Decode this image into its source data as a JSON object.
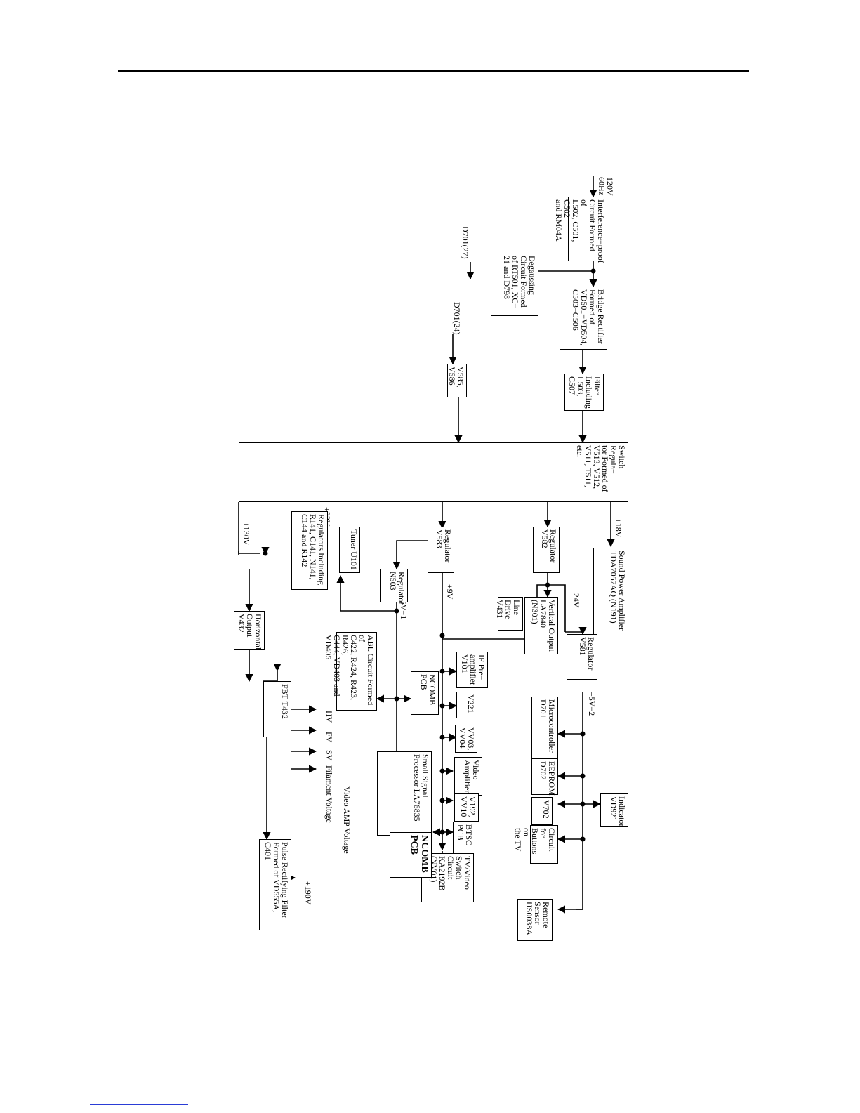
{
  "blocks": {
    "interference": "Interference−proof\nCircuit Formed of\nL502, C501, C502\nand RM04A",
    "bridge": "Bridge Rectifier\nFormed of\nVD501−VD504,\nC503−C506",
    "filter": "Filter\nIncluding\nL503,\nC507",
    "degaussing": "Degaussing\nCircuit Formed\nof RT501, XC−\n21 and D798",
    "v585": "V585,\nV586",
    "switch_regulator": "Switch Regula−\ntor Formed of\nV513, V512,\nV511, T511,\netc.",
    "sound_amp": "Sound Power Amplifier\nTDA7057AQ (N191)",
    "reg_v582": "Regulator\nV582",
    "reg_v583": "Regulator\nV583",
    "tuner": "Tuner U101",
    "regulators_incl": "Regulators Including\nR141, C141, N141,\nC144 and R142",
    "vertical_output": "Vertical Output\nLA7840 (N301)",
    "line_drive": "Line Drive\nV431",
    "reg_n503": "Regulator\nN503",
    "horizontal_output": "Horizontal\nOutput\nV432",
    "reg_v581": "Regulator\nV581",
    "if_pre": "IF Pre−\namplifier\nV101",
    "v221": "V221",
    "vv03": "VV03,\nVV04",
    "video_amp": "Video\nAmplifier",
    "v192": "V192,\nVV10",
    "btsc": "BTSC PCB",
    "tv_video_switch": "TV/Video\nSwitch\nCircuit\nKA2192B\n(NV01)",
    "ncomb_pcb_1": "NCOMB PCB",
    "small_signal": "Small Signal\nProcessor LA76835",
    "ncomb_pcb_2": "NCOMB\nPCB",
    "abl": "ABL Circuit Formed of\nC422, R424, R423, R426,\nC444, VD403 and VD405",
    "fbt": "FBT T432",
    "pulse_rect": "Pulse Rectifying Filter\nFormed of VD555A,\nC401",
    "microcontroller": "Microcontroller\nD701",
    "eeprom": "EEPROM\nD702",
    "v702": "V702",
    "indicator": "Indicator\nVD921",
    "buttons": "Circuit for\nButtons on\nthe TV",
    "remote": "Remote\nSensor\nHS0038A"
  },
  "labels": {
    "mains": "120V\n60Hz",
    "d701_27": "D701(27)",
    "d701_24": "D701(24)",
    "v18": "+18V",
    "v24": "+24V",
    "v32": "+32V",
    "v130": "+130V",
    "v9": "+9V",
    "v5_1": "+5V−1",
    "v5_2": "+5V−2",
    "hv": "HV",
    "fv": "FV",
    "sv": "SV",
    "filament": "Filament Voltage",
    "video_amp_voltage": "Video AMP Voltage",
    "v190": "+190V"
  }
}
